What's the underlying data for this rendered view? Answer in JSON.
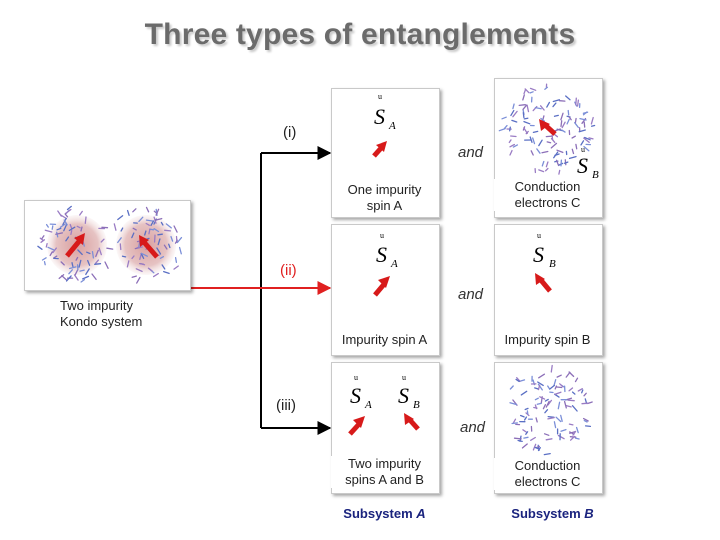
{
  "title": "Three types of entanglements",
  "left_label_line1": "Two impurity",
  "left_label_line2": "Kondo system",
  "case_i": {
    "roman": "(i)",
    "and": "and",
    "spin_a_symbol": "S",
    "spin_a_sub": "A",
    "spin_b_symbol": "S",
    "spin_b_sub": "B",
    "label_left_line1": "One impurity",
    "label_left_line2": "spin A",
    "label_right_line1": "Conduction",
    "label_right_line2": "electrons C"
  },
  "case_ii": {
    "roman": "(ii)",
    "and": "and",
    "spin_a_symbol": "S",
    "spin_a_sub": "A",
    "spin_b_symbol": "S",
    "spin_b_sub": "B",
    "label_left": "Impurity spin A",
    "label_right": "Impurity spin B"
  },
  "case_iii": {
    "roman": "(iii)",
    "and": "and",
    "spin_a_symbol": "S",
    "spin_a_sub": "A",
    "spin_b_symbol": "S",
    "spin_b_sub": "B",
    "label_left_line1": "Two impurity",
    "label_left_line2": "spins A and B",
    "label_right_line1": "Conduction",
    "label_right_line2": "electrons C"
  },
  "subsystem_a_prefix": "Subsystem",
  "subsystem_a_letter": "A",
  "subsystem_b_prefix": "Subsystem",
  "subsystem_b_letter": "B",
  "colors": {
    "arrow_red": "#d71a1a",
    "wire": "#000000",
    "wire_ii": "#e02020",
    "cloud_blue": "#5a6fc4",
    "cloud_purple": "#9a7cc4",
    "cloud_glow": "#d48a8a"
  }
}
